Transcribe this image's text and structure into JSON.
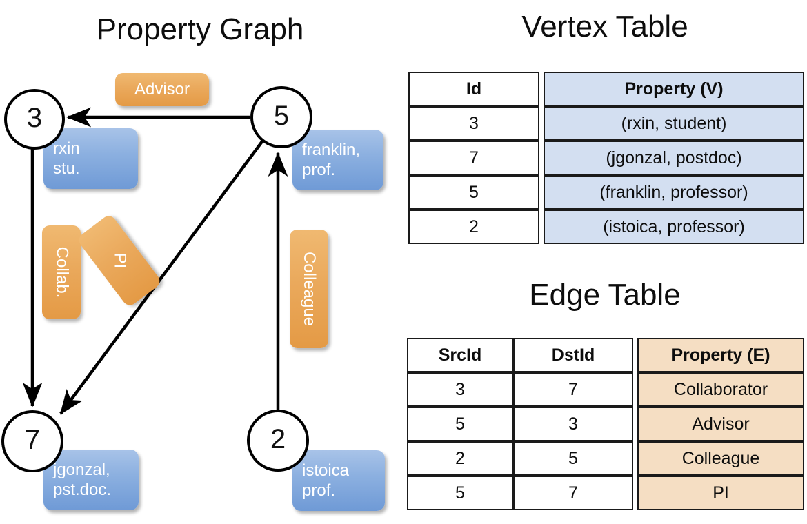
{
  "titles": {
    "graph": "Property Graph",
    "vertex_table": "Vertex Table",
    "edge_table": "Edge Table"
  },
  "graph": {
    "nodes": [
      {
        "id": "3",
        "property_lines": [
          "rxin",
          "stu."
        ]
      },
      {
        "id": "5",
        "property_lines": [
          "franklin,",
          "prof."
        ]
      },
      {
        "id": "7",
        "property_lines": [
          "jgonzal,",
          "pst.doc."
        ]
      },
      {
        "id": "2",
        "property_lines": [
          "istoica",
          "prof."
        ]
      }
    ],
    "edge_labels": [
      {
        "name": "advisor",
        "text": "Advisor"
      },
      {
        "name": "collab",
        "text": "Collab."
      },
      {
        "name": "pi",
        "text": "PI"
      },
      {
        "name": "colleague",
        "text": "Colleague"
      }
    ],
    "edges": [
      {
        "src": "5",
        "dst": "3",
        "label": "Advisor"
      },
      {
        "src": "3",
        "dst": "7",
        "label": "Collab."
      },
      {
        "src": "5",
        "dst": "7",
        "label": "PI"
      },
      {
        "src": "2",
        "dst": "5",
        "label": "Colleague"
      }
    ]
  },
  "vertex_table": {
    "headers": [
      "Id",
      "Property (V)"
    ],
    "rows": [
      {
        "id": "3",
        "property": "(rxin, student)"
      },
      {
        "id": "7",
        "property": "(jgonzal, postdoc)"
      },
      {
        "id": "5",
        "property": "(franklin, professor)"
      },
      {
        "id": "2",
        "property": "(istoica, professor)"
      }
    ]
  },
  "edge_table": {
    "headers": [
      "SrcId",
      "DstId",
      "Property (E)"
    ],
    "rows": [
      {
        "src": "3",
        "dst": "7",
        "property": "Collaborator"
      },
      {
        "src": "5",
        "dst": "3",
        "property": "Advisor"
      },
      {
        "src": "2",
        "dst": "5",
        "property": "Colleague"
      },
      {
        "src": "5",
        "dst": "7",
        "property": "PI"
      }
    ]
  },
  "colors": {
    "vertex_property_fill": "#d3dff1",
    "edge_property_fill": "#f5dec3",
    "node_box_blue": "#8cb0e0",
    "edge_label_orange": "#eaa95c",
    "stroke": "#000000",
    "background": "#ffffff"
  }
}
